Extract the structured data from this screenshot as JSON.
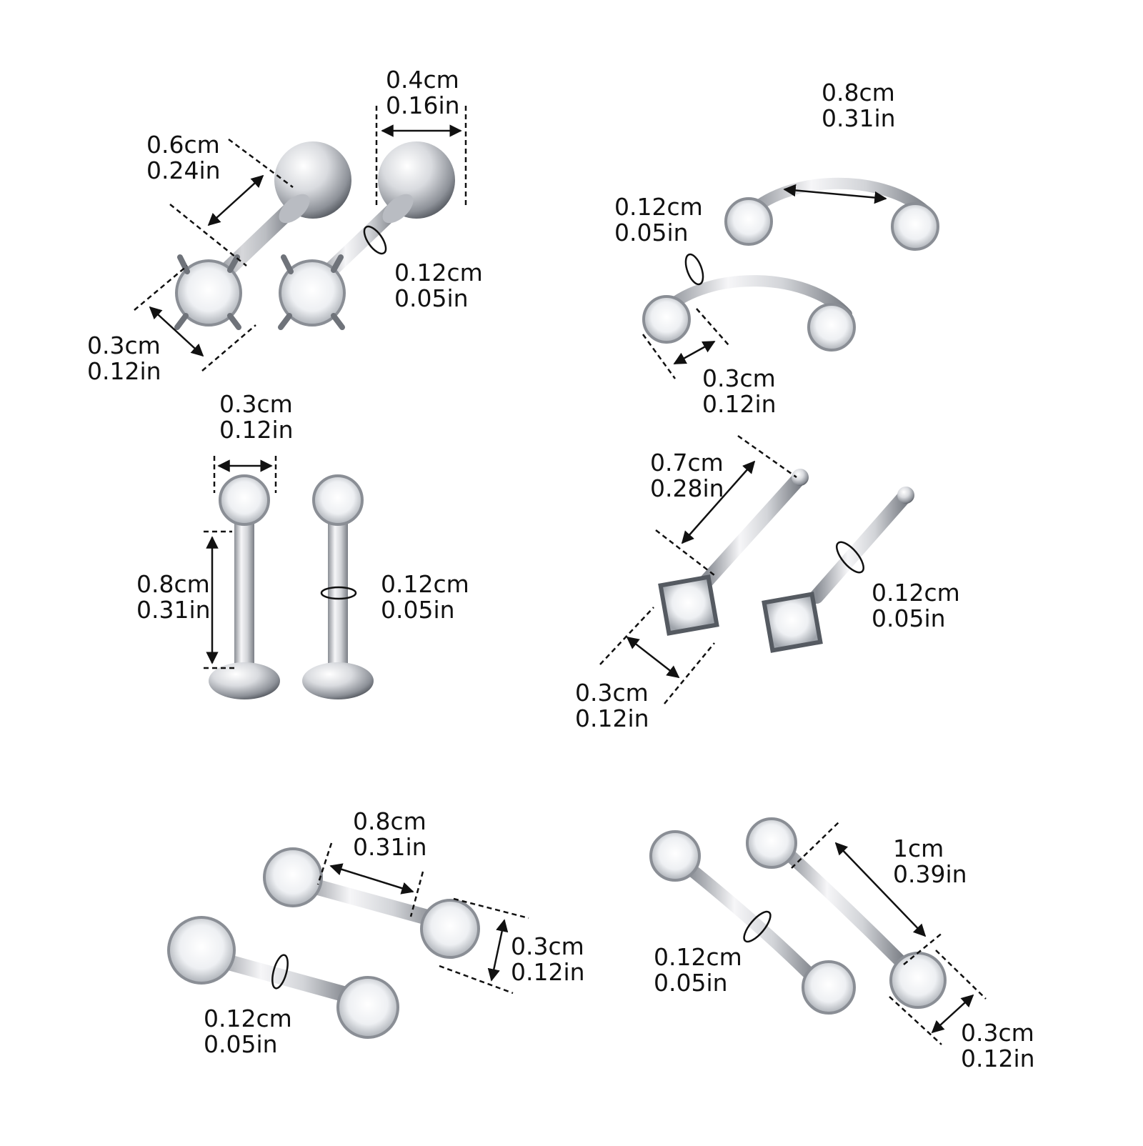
{
  "palette": {
    "metal_light": "#f4f4f6",
    "metal_mid": "#b9bcc2",
    "metal_dark": "#6f737a",
    "ink": "#111111"
  },
  "groups": [
    {
      "name": "barbell-stud",
      "labels": [
        {
          "id": "ball-diameter",
          "cm": "0.4cm",
          "in": "0.16in"
        },
        {
          "id": "bar-length",
          "cm": "0.6cm",
          "in": "0.24in"
        },
        {
          "id": "bar-gauge",
          "cm": "0.12cm",
          "in": "0.05in"
        },
        {
          "id": "gem-diameter",
          "cm": "0.3cm",
          "in": "0.12in"
        }
      ]
    },
    {
      "name": "horseshoe-ring",
      "labels": [
        {
          "id": "inner-diameter",
          "cm": "0.8cm",
          "in": "0.31in"
        },
        {
          "id": "gauge",
          "cm": "0.12cm",
          "in": "0.05in"
        },
        {
          "id": "gem-diameter",
          "cm": "0.3cm",
          "in": "0.12in"
        }
      ]
    },
    {
      "name": "labret-stud",
      "labels": [
        {
          "id": "gem-diameter",
          "cm": "0.3cm",
          "in": "0.12in"
        },
        {
          "id": "bar-length",
          "cm": "0.8cm",
          "in": "0.31in"
        },
        {
          "id": "gauge",
          "cm": "0.12cm",
          "in": "0.05in"
        }
      ]
    },
    {
      "name": "nose-stud",
      "labels": [
        {
          "id": "bar-length",
          "cm": "0.7cm",
          "in": "0.28in"
        },
        {
          "id": "gauge",
          "cm": "0.12cm",
          "in": "0.05in"
        },
        {
          "id": "gem-diameter",
          "cm": "0.3cm",
          "in": "0.12in"
        }
      ]
    },
    {
      "name": "straight-barbell",
      "labels": [
        {
          "id": "bar-length",
          "cm": "0.8cm",
          "in": "0.31in"
        },
        {
          "id": "gem-diameter",
          "cm": "0.3cm",
          "in": "0.12in"
        },
        {
          "id": "gauge",
          "cm": "0.12cm",
          "in": "0.05in"
        }
      ]
    },
    {
      "name": "curved-barbell",
      "labels": [
        {
          "id": "bar-length",
          "cm": "1cm",
          "in": "0.39in"
        },
        {
          "id": "gauge",
          "cm": "0.12cm",
          "in": "0.05in"
        },
        {
          "id": "gem-diameter",
          "cm": "0.3cm",
          "in": "0.12in"
        }
      ]
    }
  ]
}
